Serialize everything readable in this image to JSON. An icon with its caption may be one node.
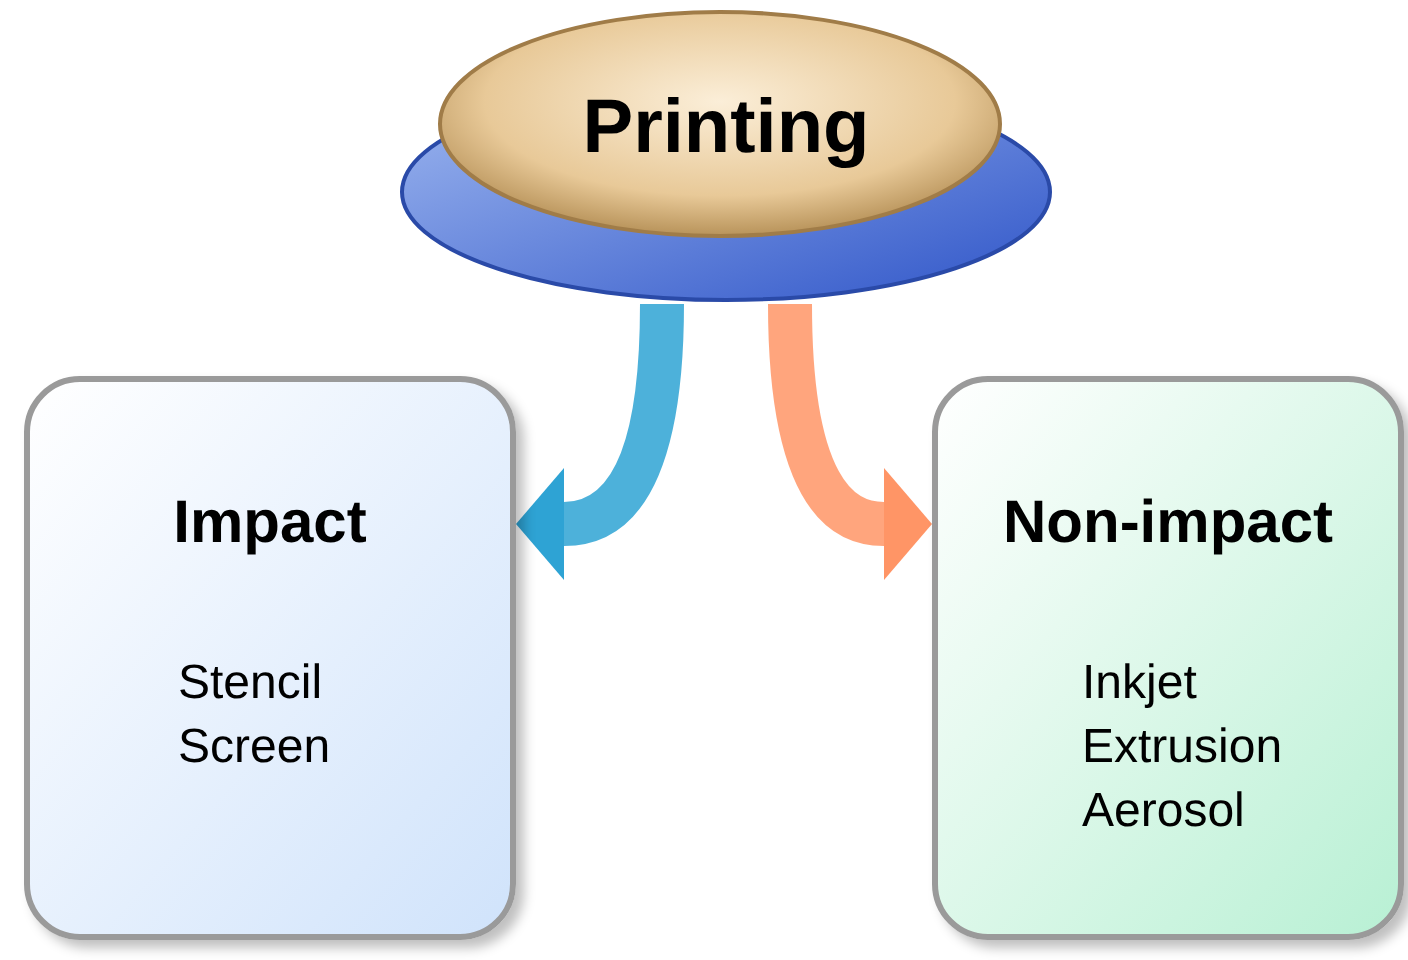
{
  "diagram": {
    "nodes": [
      {
        "text": [
          "Printing"
        ]
      },
      {
        "text": [
          "Impact",
          "Stencil",
          "Screen"
        ]
      },
      {
        "text": [
          "Non-impact",
          "Inkjet",
          "Extrusion",
          "Aerosol"
        ]
      }
    ],
    "edges": [
      {
        "from": 0,
        "to": 1,
        "arrow": "to",
        "color": "#2ea3d4"
      },
      {
        "from": 0,
        "to": 2,
        "arrow": "to",
        "color": "#ff9566"
      }
    ]
  }
}
